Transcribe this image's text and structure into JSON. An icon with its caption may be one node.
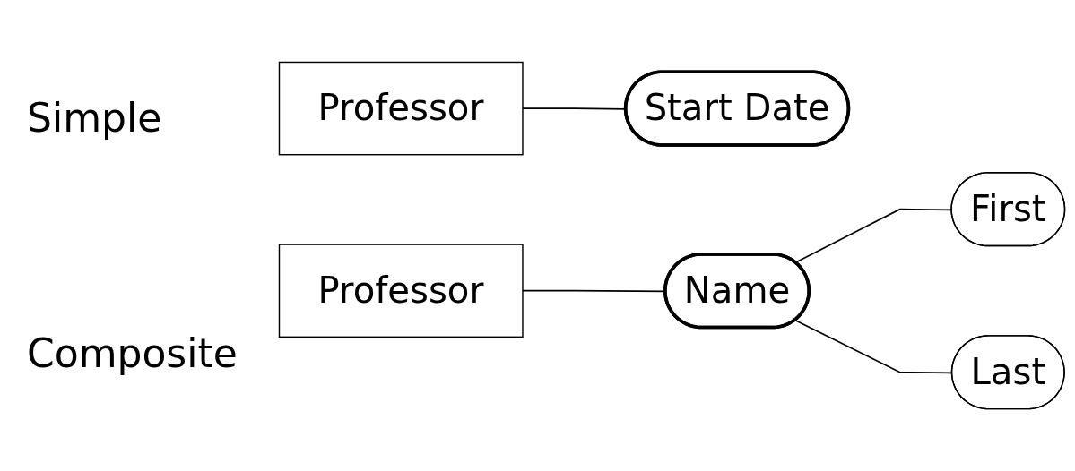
{
  "diagram": {
    "nodes": [
      {
        "text": [
          "Professor"
        ]
      },
      {
        "text": [
          "Start Date"
        ]
      },
      {
        "text": [
          "Professor"
        ]
      },
      {
        "text": [
          "Name"
        ]
      },
      {
        "text": [
          "First"
        ]
      },
      {
        "text": [
          "Last"
        ]
      }
    ],
    "edges": [
      {
        "from": 0,
        "to": 1,
        "arrow": "none"
      },
      {
        "from": 2,
        "to": 3,
        "arrow": "none"
      },
      {
        "from": 3,
        "to": 4,
        "arrow": "none"
      },
      {
        "from": 3,
        "to": 5,
        "arrow": "none"
      }
    ],
    "labels": [
      "Simple",
      "Composite"
    ]
  }
}
